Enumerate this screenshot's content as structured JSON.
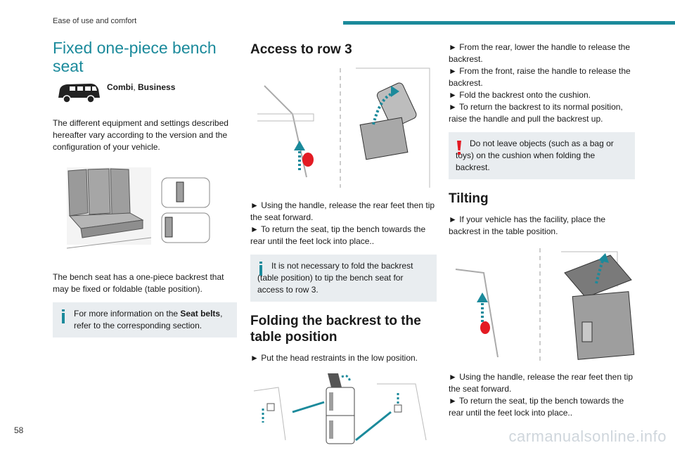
{
  "header": {
    "section": "Ease of use and comfort"
  },
  "footer": {
    "page_number": "58",
    "watermark": "carmanualsonline.info"
  },
  "col1": {
    "title": "Fixed one-piece bench seat",
    "versions_1": "Combi",
    "versions_sep": ", ",
    "versions_2": "Business",
    "intro": "The different equipment and settings described hereafter vary according to the version and the configuration of your vehicle.",
    "bench_desc": "The bench seat has a one-piece backrest that may be fixed or foldable (table position).",
    "note_pre": "For more information on the ",
    "note_bold": "Seat belts",
    "note_post": ", refer to the corresponding section."
  },
  "col2": {
    "title": "Access to row 3",
    "step1": "► Using the handle, release the rear feet then tip the seat forward.",
    "step2": "► To return the seat, tip the bench towards the rear until the feet lock into place..",
    "note": "It is not necessary to fold the backrest (table position) to tip the bench seat for access to row 3.",
    "title2": "Folding the backrest to the table position",
    "step3": "► Put the head restraints in the low position."
  },
  "col3": {
    "step1": "► From the rear, lower the handle to release the backrest.",
    "step2": "► From the front, raise the handle to release the backrest.",
    "step3": "► Fold the backrest onto the cushion.",
    "step4": "► To return the backrest to its normal position, raise the handle and pull the backrest up.",
    "warning": "Do not leave objects (such as a bag or toys) on the cushion when folding the backrest.",
    "title": "Tilting",
    "step5": "► If your vehicle has the facility, place the backrest in the table position.",
    "step6": "► Using the handle, release the rear feet then tip the seat forward.",
    "step7": "► To return the seat, tip the bench towards the rear until the feet lock into place.."
  },
  "icons": {
    "info": "info-icon",
    "warning": "warning-icon",
    "van": "van-icon"
  },
  "colors": {
    "accent": "#1b8a9b",
    "note_bg": "#e9edf0",
    "warning": "#e31b23",
    "handle": "#e31b23"
  }
}
